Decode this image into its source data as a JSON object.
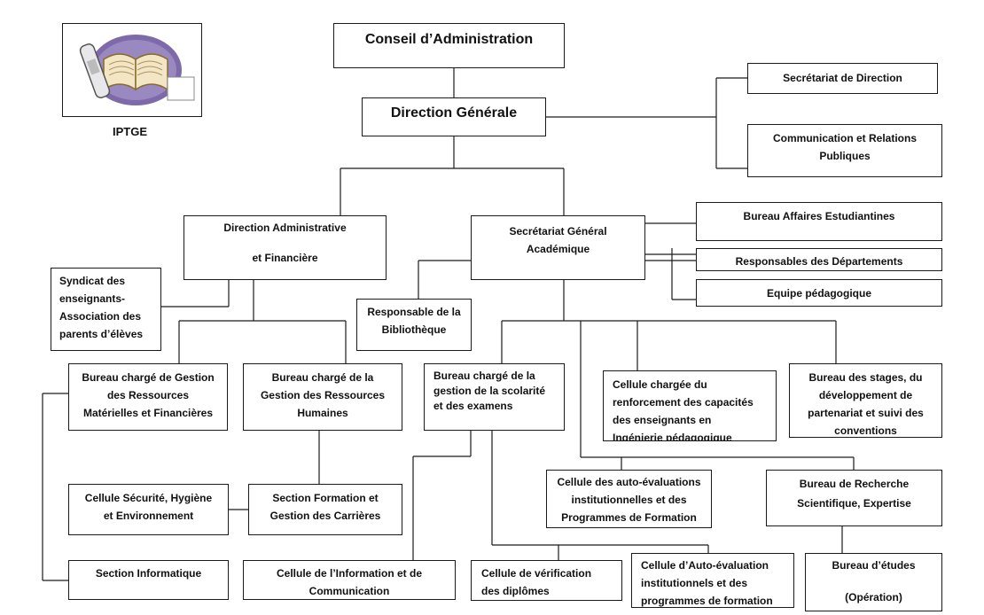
{
  "logo": {
    "caption": "IPTGE"
  },
  "nodes": {
    "conseil": "Conseil d’Administration",
    "dg": "Direction Générale",
    "secretariat_direction": "Secrétariat de Direction",
    "communication": [
      "Communication et Relations",
      "Publiques"
    ],
    "daf": [
      "Direction Administrative",
      "et Financière"
    ],
    "sga": [
      "Secrétariat Général",
      "Académique"
    ],
    "affaires_etudiantines": "Bureau  Affaires Estudiantines",
    "responsables_departements": "Responsables des Départements",
    "equipe_pedagogique": "Equipe pédagogique",
    "syndicat": [
      "Syndicat des",
      "enseignants-",
      "Association des",
      "parents d’élèves"
    ],
    "bibliotheque": [
      "Responsable de la",
      "Bibliothèque"
    ],
    "bureau_materielles": [
      "Bureau chargé de Gestion",
      "des Ressources",
      "Matérielles et Financières"
    ],
    "bureau_rh": [
      "Bureau chargé de la",
      "Gestion des Ressources",
      "Humaines"
    ],
    "bureau_scolarite": [
      "Bureau  chargé  de la",
      "gestion de la scolarité",
      "et des examens"
    ],
    "cellule_capacites": [
      "Cellule chargée du",
      "renforcement des capacités",
      "des enseignants en",
      "Ingénierie pédagogique"
    ],
    "bureau_stages": [
      "Bureau des stages, du",
      "développement de",
      "partenariat et  suivi des",
      "conventions"
    ],
    "cellule_securite": [
      "Cellule Sécurité, Hygiène",
      "et  Environnement"
    ],
    "section_formation": [
      "Section Formation et",
      "Gestion des Carrières"
    ],
    "cellule_auto_eval": [
      "Cellule des auto-évaluations",
      "institutionnelles et des",
      "Programmes de Formation"
    ],
    "bureau_recherche": [
      "Bureau de Recherche",
      "Scientifique, Expertise"
    ],
    "section_informatique": "Section Informatique",
    "cellule_information": [
      "Cellule de l’Information et de",
      "Communication"
    ],
    "cellule_verification": [
      "Cellule de vérification",
      "des diplômes"
    ],
    "cellule_auto_eval_2": [
      "Cellule d’Auto-évaluation",
      "institutionnels et des",
      "programmes de formation"
    ],
    "bureau_etudes": [
      "Bureau  d’études",
      "(Opération)"
    ]
  },
  "colors": {
    "line": "#1a1a1a",
    "logo_purple": "#7e6aa8"
  }
}
